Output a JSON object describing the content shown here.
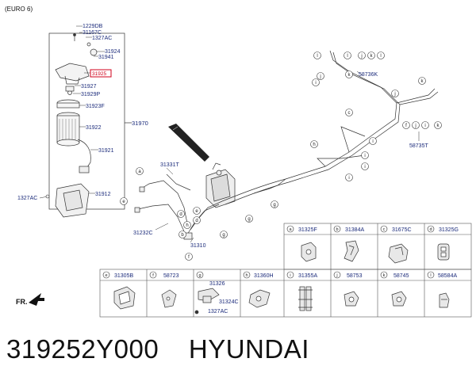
{
  "diagram": {
    "variant_label": "(EURO 6)",
    "orientation_label": "FR.",
    "filter_assembly_label": "31970",
    "filter_parts": [
      {
        "id": "p1229DB",
        "code": "1229DB"
      },
      {
        "id": "p31167C",
        "code": "31167C"
      },
      {
        "id": "p1327ACa",
        "code": "1327AC"
      },
      {
        "id": "p31924",
        "code": "31924"
      },
      {
        "id": "p31941",
        "code": "31941"
      },
      {
        "id": "p31925",
        "code": "31925",
        "highlighted": true
      },
      {
        "id": "p31927",
        "code": "31927"
      },
      {
        "id": "p31929P",
        "code": "31929P"
      },
      {
        "id": "p31923F",
        "code": "31923F"
      },
      {
        "id": "p31922",
        "code": "31922"
      },
      {
        "id": "p31921",
        "code": "31921"
      },
      {
        "id": "p31912",
        "code": "31912"
      },
      {
        "id": "p1327ACb",
        "code": "1327AC"
      }
    ],
    "line_parts": [
      {
        "id": "l31331T",
        "code": "31331T"
      },
      {
        "id": "l31232C",
        "code": "31232C"
      },
      {
        "id": "l31310",
        "code": "31310"
      },
      {
        "id": "l58736K",
        "code": "58736K"
      },
      {
        "id": "l58735T",
        "code": "58735T"
      }
    ],
    "callouts": {
      "a": "a",
      "b": "b",
      "c": "c",
      "d": "d",
      "e": "e",
      "f": "f",
      "g": "g",
      "h": "h",
      "i": "i",
      "j": "j",
      "k": "k",
      "l": "l"
    },
    "clips_row1": [
      {
        "letter": "a",
        "code": "31325F"
      },
      {
        "letter": "b",
        "code": "31384A"
      },
      {
        "letter": "c",
        "code": "31675C"
      },
      {
        "letter": "d",
        "code": "31325G"
      }
    ],
    "clips_row2": [
      {
        "letter": "e",
        "code": "31305B"
      },
      {
        "letter": "f",
        "code": "58723"
      },
      {
        "letter": "g",
        "code": "31326",
        "sub": [
          "31324C",
          "1327AC"
        ]
      },
      {
        "letter": "h",
        "code": "31360H"
      },
      {
        "letter": "i",
        "code": "31355A"
      },
      {
        "letter": "j",
        "code": "58753"
      },
      {
        "letter": "k",
        "code": "58745"
      },
      {
        "letter": "l",
        "code": "58584A"
      }
    ],
    "colors": {
      "line": "#333333",
      "code_text": "#1a2a7a",
      "highlight_box": "#d0021b",
      "border": "#555555"
    }
  },
  "caption": {
    "part_number": "319252Y000",
    "brand": "HYUNDAI"
  }
}
